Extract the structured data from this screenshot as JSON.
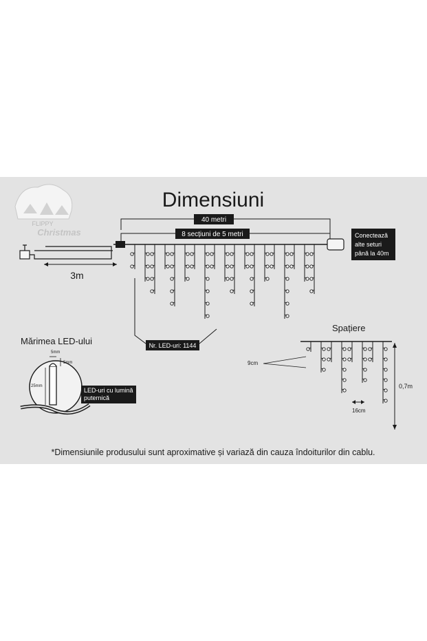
{
  "logo": {
    "line1": "FLIPPY",
    "line2": "Christmas"
  },
  "title": "Dimensiuni",
  "dimensions": {
    "total_label": "40 metri",
    "sections_label": "8 secțiuni de 5 metri",
    "lead_cable_label": "3m"
  },
  "connect_box": {
    "line1": "Conectează",
    "line2": "alte seturi",
    "line3": "până la 40m"
  },
  "led_count_box": "Nr. LED-uri: 1144",
  "led_size": {
    "heading": "Mărimea LED-ului",
    "width_label": "5mm",
    "cap_label": "5mm",
    "height_label": "25mm",
    "note_line1": "LED-uri cu lumină",
    "note_line2": "puternică"
  },
  "spacing": {
    "heading": "Spațiere",
    "vertical_gap_label": "9cm",
    "horizontal_gap_label": "16cm",
    "drop_length_label": "0,7m"
  },
  "footnote": "*Dimensiunile produsului sunt aproximative și variază din cauza îndoiturilor din cablu.",
  "colors": {
    "panel": "#e3e3e3",
    "ink": "#1a1a1a",
    "label_box": "#1a1a1a",
    "label_text": "#ffffff"
  }
}
